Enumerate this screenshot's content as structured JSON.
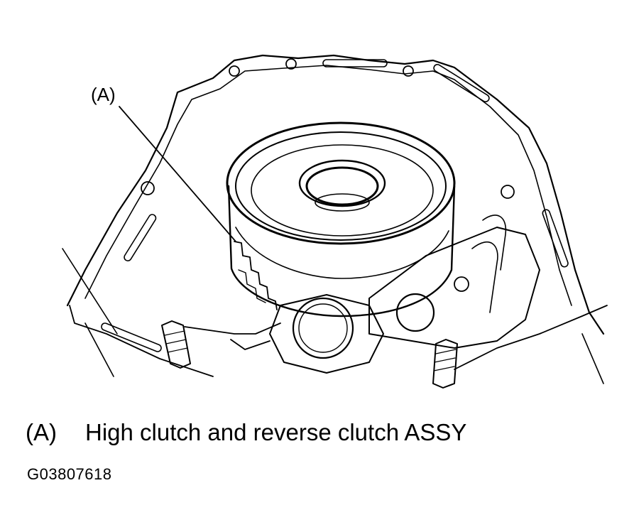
{
  "diagram": {
    "callout": {
      "key": "(A)"
    },
    "legend": [
      {
        "key": "(A)",
        "text": "High clutch and reverse clutch ASSY"
      }
    ],
    "figure_id": "G03807618",
    "colors": {
      "line": "#000000",
      "background": "#ffffff"
    }
  }
}
